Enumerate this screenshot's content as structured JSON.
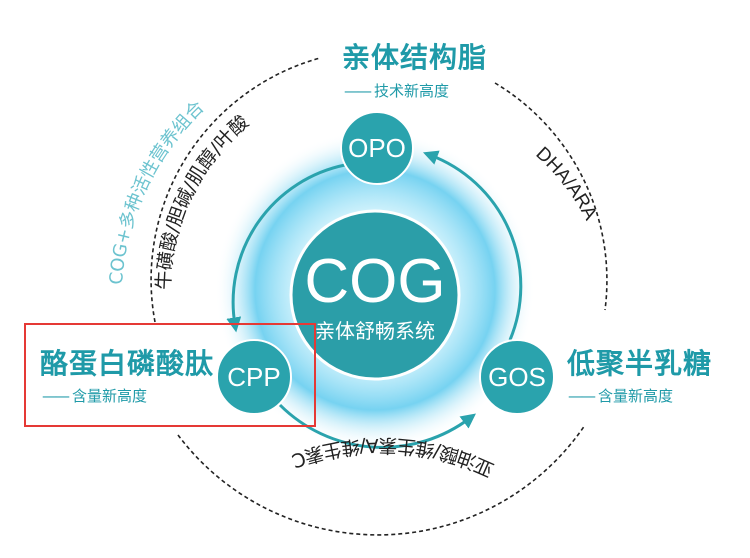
{
  "center": {
    "title": "COG",
    "subtitle": "亲体舒畅系统"
  },
  "nodes": {
    "opo": {
      "badge": "OPO",
      "title": "亲体结构脂",
      "subtitle": "技术新高度"
    },
    "cpp": {
      "badge": "CPP",
      "title": "酪蛋白磷酸肽",
      "subtitle": "含量新高度"
    },
    "gos": {
      "badge": "GOS",
      "title": "低聚半乳糖",
      "subtitle": "含量新高度"
    }
  },
  "arc_labels": {
    "outer_left": "COG+多种活性营养组合",
    "inner_left": "牛磺酸/胆碱/肌醇/叶酸",
    "right": "DHA/ARA",
    "bottom": "亚油酸/维生素A/维生素C"
  },
  "dash_glyph": "——",
  "colors": {
    "teal": "#1f9aa8",
    "badge": "#2aa3ad",
    "center": "#2b9ea8",
    "glow": "#6fd0f0",
    "arc_text": "#222222",
    "outer_text": "#6cc3cf",
    "highlight": "#e53935"
  }
}
